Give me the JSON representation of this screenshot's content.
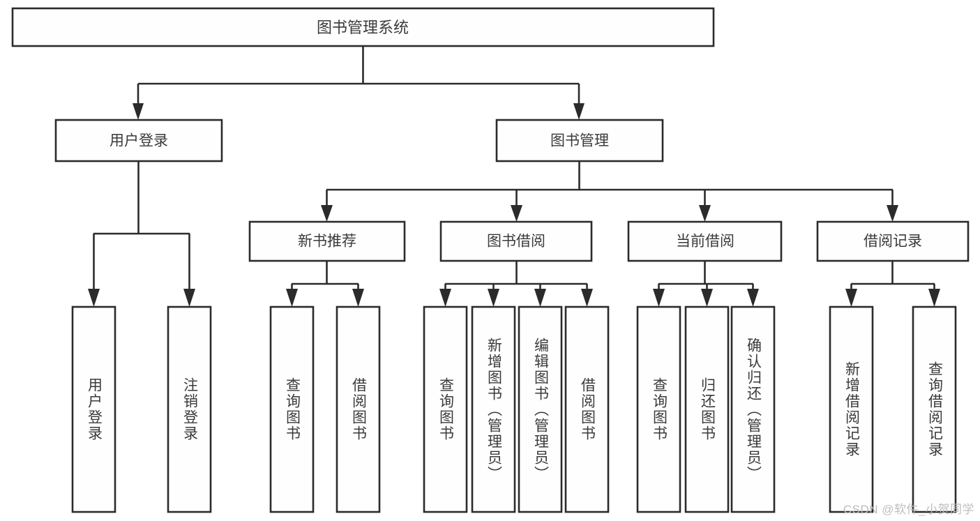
{
  "diagram": {
    "type": "tree-hierarchy",
    "title": "图书管理系统",
    "orientation": "top-down",
    "colors": {
      "stroke": "#2b2b2b",
      "node_fill": "#fefefe",
      "text": "#3a3a3a",
      "background": "#ffffff",
      "watermark": "#bdbdbd"
    },
    "root": {
      "label": "图书管理系统"
    },
    "level2": [
      {
        "label": "用户登录"
      },
      {
        "label": "图书管理"
      }
    ],
    "level3": [
      {
        "label": "新书推荐"
      },
      {
        "label": "图书借阅"
      },
      {
        "label": "当前借阅"
      },
      {
        "label": "借阅记录"
      }
    ],
    "leaves": {
      "user_login": [
        {
          "label": "用户登录"
        },
        {
          "label": "注销登录"
        }
      ],
      "new_book_recommend": [
        {
          "label": "查询图书"
        },
        {
          "label": "借阅图书"
        }
      ],
      "book_borrow": [
        {
          "label": "查询图书"
        },
        {
          "label": "新增图书（管理员）"
        },
        {
          "label": "编辑图书（管理员）"
        },
        {
          "label": "借阅图书"
        }
      ],
      "current_borrow": [
        {
          "label": "查询图书"
        },
        {
          "label": "归还图书"
        },
        {
          "label": "确认归还（管理员）"
        }
      ],
      "borrow_record": [
        {
          "label": "新增借阅记录"
        },
        {
          "label": "查询借阅记录"
        }
      ]
    }
  },
  "watermark": {
    "text": "CSDN @软件_小贺同学"
  }
}
